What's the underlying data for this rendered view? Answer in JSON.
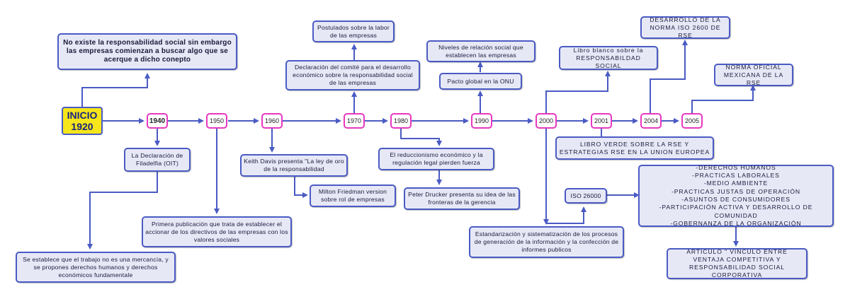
{
  "start": "INICIO\n1920",
  "years": [
    "1940",
    "1950",
    "1960",
    "1970",
    "1980",
    "1990",
    "2000",
    "2001",
    "2004",
    "2005"
  ],
  "notes": {
    "no_existe": "No existe la responsabilidad social sin embargo las empresas comienzan a buscar algo que se acerque a dicho conepto",
    "filadelfia": "La Declaración de\nFiladelfia (OIT)",
    "primera_pub": "Primera publicación que trata de establecer el accionar de los directivos de las empresas con los valores sociales",
    "se_establece": "Se establece que el trabajo no es una mercancía, y se propones derechos humanos y derechos económicos fundamentale",
    "keith_davis": "Keith Davis presenta \"La ley de oro de la responsabilidad",
    "milton": "Milton Friedman version sobre rol de empresas",
    "postulados": "Postulados sobre la labor de las empresas",
    "declaracion_comite": "Declaración del comité para el desarrollo económico sobre la responsabilidad social de las empresas",
    "reduccionismo": "El reduccionismo económico y la regulación legal pierden fuerza",
    "peter_drucker": "Peter Drucker presenta su idea de las fronteras de la gerencia",
    "niveles": "Niveles de relación social que establecen las empresas",
    "pacto": "Pacto global en la ONU",
    "libro_blanco": "Libro blanco sobre la RESPONSABILDAD SOCIAL",
    "desarrollo_norma": "DESARROLLO DE LA NORMA ISO 2600 DE RSE",
    "norma_oficial": "NORMA OFICIAL MEXICANA DE LA RSE",
    "libro_verde": "LIBRO VERDE SOBRE LA RSE Y ESTRATEGIAS RSE EN LA UNION EUROPEA",
    "iso26000": "ISO 26000",
    "estandarizacion": "Estandarización y sistematización de los procesos de generación de la información y la confección de informes publicos",
    "iso_list": "-DERECHOS HUMANOS\n-PRACTICAS LABORALES\n-MEDIO AMBIENTE\n-PRACTICAS JUSTAS DE OPERACIÓN\n-ASUNTOS DE CONSUMIDORES\n-PARTICIPACIÓN ACTIVA Y DESARROLLO DE COMUNIDAD\n-GOBERNANZA DE LA ORGANIZACIÓN",
    "articulo": "ARTICULO \" VINCULO ENTRE VENTAJA COMPETITIVA Y RESPONSABILIDAD SOCIAL CORPORATIVA"
  },
  "colors": {
    "line": "#4a5bc4",
    "box_fill": "#e7e8f6",
    "year_border": "#e838c0",
    "start_fill": "#f6e61a"
  }
}
